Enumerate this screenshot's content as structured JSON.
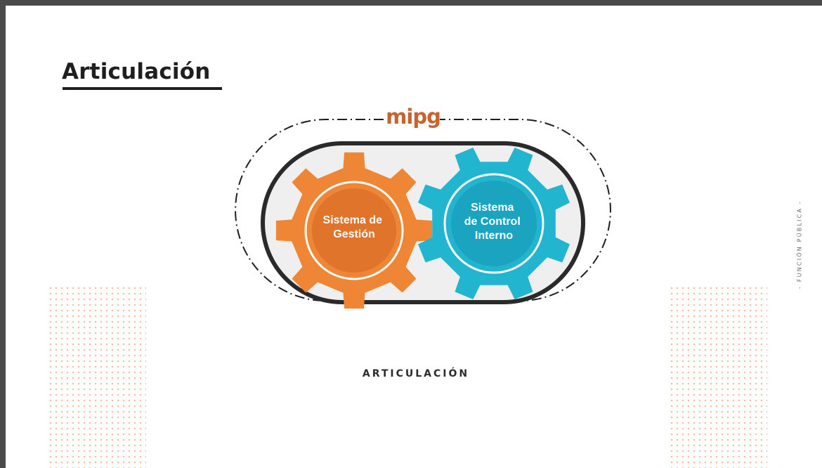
{
  "slide": {
    "title": "Articulación",
    "side_label": "- FUNCIÓN PÚBLICA -",
    "caption": "ARTICULACIÓN"
  },
  "diagram": {
    "logo": "mipg",
    "gears": [
      {
        "id": "gestion",
        "lines": [
          "Sistema de",
          "Gestión"
        ],
        "color": "#ef8636",
        "inner_color": "#e0742a"
      },
      {
        "id": "control",
        "lines": [
          "Sistema",
          "de Control",
          "Interno"
        ],
        "color": "#22b5cf",
        "inner_color": "#1aa4c0"
      }
    ]
  },
  "colors": {
    "orange": "#ef8636",
    "cyan": "#22b5cf",
    "logo": "#c8632e",
    "frame": "#2a2a2a"
  }
}
